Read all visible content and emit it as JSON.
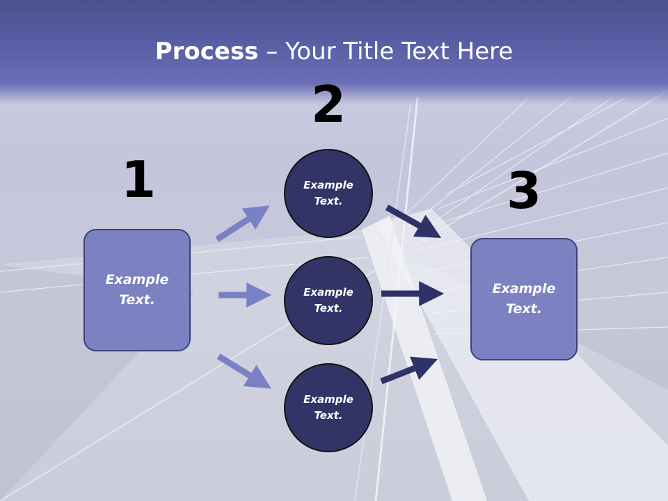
{
  "title": {
    "bold": "Process",
    "rest": " – Your Title Text Here"
  },
  "steps": {
    "one": "1",
    "two": "2",
    "three": "3"
  },
  "left_box": {
    "text": "Example\nText."
  },
  "right_box": {
    "text": "Example\nText."
  },
  "circles": [
    {
      "text": "Example\nText."
    },
    {
      "text": "Example\nText."
    },
    {
      "text": "Example\nText."
    }
  ],
  "colors": {
    "header": "#5a60a6",
    "box_fill": "#7c81c2",
    "circle_fill": "#323466",
    "light_arrow": "#7a80c4",
    "dark_arrow": "#2f3266"
  }
}
